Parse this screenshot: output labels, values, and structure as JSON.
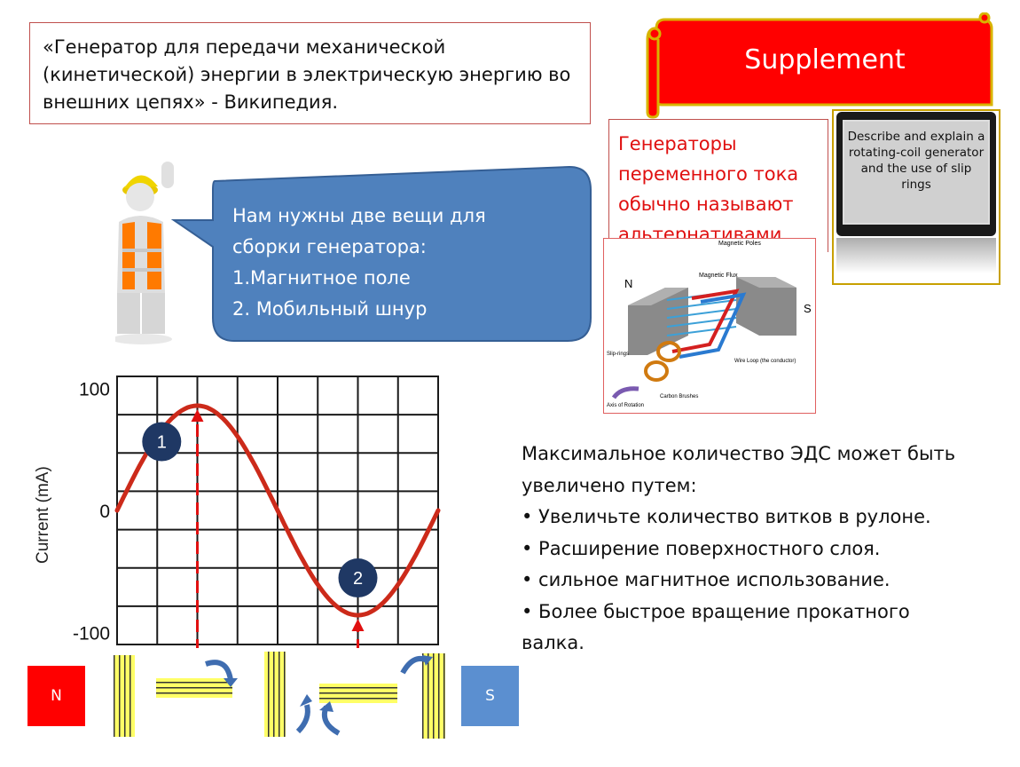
{
  "quote": "«Генератор для передачи механической (кинетической) энергии в электрическую энергию во внешних цепях» - Википедия.",
  "supplement": {
    "label": "Supplement",
    "banner_color": "#ff0000",
    "border_color": "#c8a000"
  },
  "ac_note": "Генераторы переменного тока обычно называют альтернативами.",
  "tablet_text": "Describe and explain a rotating-coil generator and the use of slip rings",
  "generator_diagram": {
    "title": "Magnetic Poles",
    "flux": "Magnetic Flux",
    "north": "N",
    "south": "S",
    "slip_rings": "Slip-rings",
    "wire_loop": "Wire Loop (the conductor)",
    "brushes": "Carbon Brushes",
    "axis": "Axis of Rotation"
  },
  "speech": {
    "lines": [
      "Нам нужны две вещи для",
      "сборки генератора:",
      "1.Магнитное поле",
      "2. Мобильный шнур"
    ],
    "bubble_color": "#4f81bd"
  },
  "chart_data": {
    "type": "line",
    "ylabel": "Current (mA)",
    "xlabel": "",
    "yticks": [
      "100",
      "0",
      "-100"
    ],
    "ylim": [
      -110,
      110
    ],
    "xlim": [
      0,
      8
    ],
    "x": [
      0,
      1,
      2,
      3,
      4,
      5,
      6,
      7,
      8
    ],
    "values": [
      0,
      60,
      86,
      60,
      0,
      -60,
      -86,
      -60,
      0
    ],
    "markers": [
      {
        "label": "1",
        "x": 1.2
      },
      {
        "label": "2",
        "x": 6
      }
    ],
    "line_color": "#cc2a1a",
    "grid": true
  },
  "emf": {
    "intro": [
      "Максимальное количество ЭДС может быть",
      "увеличено путем:"
    ],
    "bullets": [
      "• Увеличьте количество витков в рулоне.",
      "• Расширение поверхностного слоя.",
      "• сильное магнитное использование.",
      "• Более быстрое вращение прокатного",
      "валка."
    ]
  },
  "magnets": {
    "north": "N",
    "south": "S",
    "north_color": "#ff0000",
    "south_color": "#5b8fd0"
  }
}
